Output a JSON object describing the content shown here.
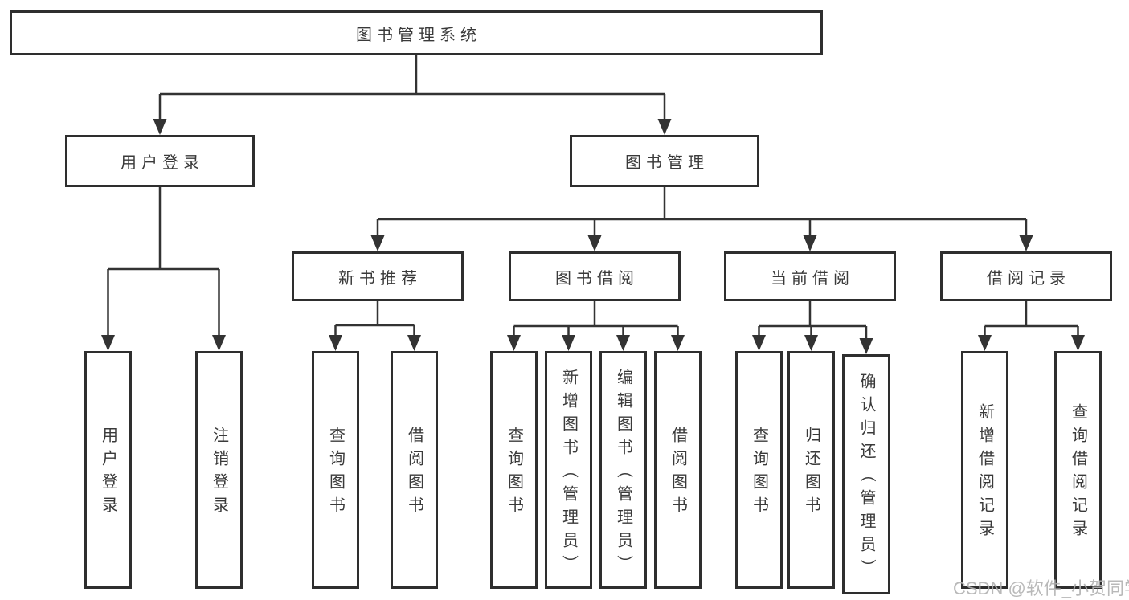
{
  "tree": {
    "root": "图书管理系统",
    "branches": [
      {
        "label": "用户登录",
        "children": [
          "用户登录",
          "注销登录"
        ]
      },
      {
        "label": "图书管理",
        "groups": [
          {
            "label": "新书推荐",
            "children": [
              "查询图书",
              "借阅图书"
            ]
          },
          {
            "label": "图书借阅",
            "children": [
              "查询图书",
              "新增图书（管理员）",
              "编辑图书（管理员）",
              "借阅图书"
            ]
          },
          {
            "label": "当前借阅",
            "children": [
              "查询图书",
              "归还图书",
              "确认归还（管理员）"
            ]
          },
          {
            "label": "借阅记录",
            "children": [
              "新增借阅记录",
              "查询借阅记录"
            ]
          }
        ]
      }
    ]
  },
  "watermark": {
    "text": "CSDN @软件_小贺同学"
  },
  "colors": {
    "line": "#333333",
    "box_border": "#2e2e2e",
    "text": "#3a3a3a",
    "watermark": "#b2b2b2",
    "background": "#ffffff"
  }
}
